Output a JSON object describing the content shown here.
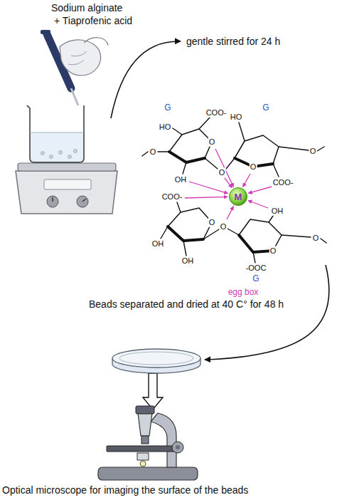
{
  "diagram": {
    "nodes": [
      {
        "text": [
          "M"
        ]
      }
    ],
    "labels": [
      "Sodium alginate",
      "+ Tiaprofenic acid",
      "gentle stirred for 24 h",
      "G",
      "G",
      "COO-",
      "HO",
      "HO",
      "O",
      "O",
      "O",
      "O",
      "O",
      "OH",
      "COO-",
      "COO-",
      "OH",
      "O",
      "O",
      "O",
      "OH",
      "O",
      "OH",
      "-OOC",
      "G",
      "egg box",
      "Beads separated and dried at 40 C° for 48 h",
      "Optical microscope for imaging the surface of the beads"
    ]
  }
}
